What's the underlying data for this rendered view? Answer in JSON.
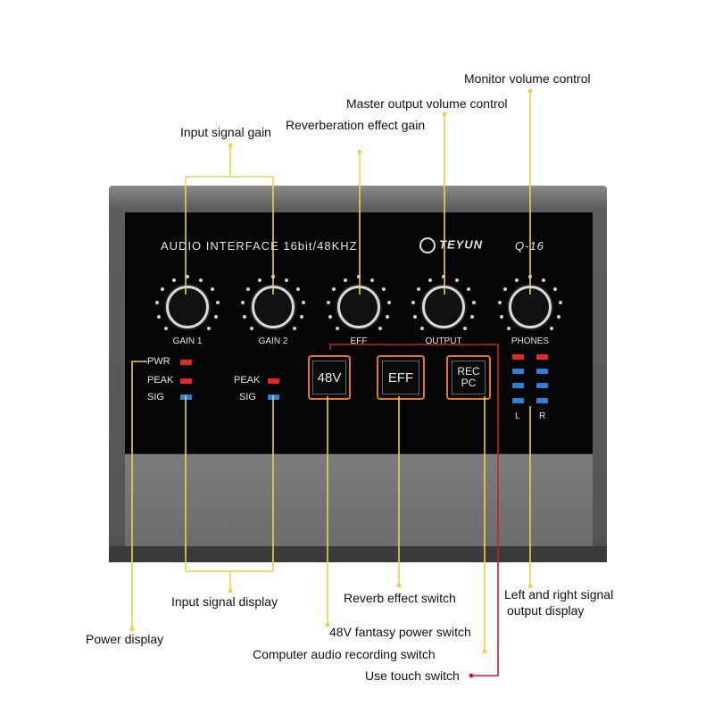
{
  "device": {
    "title": "AUDIO INTERFACE  16bit/48KHZ",
    "brand": "TEYUN",
    "model": "Q-16",
    "knobs": [
      {
        "label": "GAIN 1"
      },
      {
        "label": "GAIN 2"
      },
      {
        "label": "EFF"
      },
      {
        "label": "OUTPUT"
      },
      {
        "label": "PHONES"
      }
    ],
    "leds_left": [
      "PWR",
      "PEAK",
      "SIG"
    ],
    "leds_mid": [
      "PEAK",
      "SIG"
    ],
    "switches": [
      {
        "label": "48V"
      },
      {
        "label": "EFF"
      },
      {
        "label_line1": "REC",
        "label_line2": "PC"
      }
    ],
    "meter_left": "L",
    "meter_right": "R"
  },
  "callouts": {
    "monitor_volume": "Monitor volume control",
    "master_output": "Master output volume control",
    "input_gain": "Input signal gain",
    "reverb_gain": "Reverberation effect gain",
    "input_display": "Input signal display",
    "reverb_switch": "Reverb effect switch",
    "lr_display_1": "Left and right signal",
    "lr_display_2": "output display",
    "power_display": "Power display",
    "phantom_switch": "48V fantasy power switch",
    "pc_record_switch": "Computer audio recording switch",
    "touch_switch": "Use touch switch"
  },
  "colors": {
    "callout_line": "#e8d44a",
    "touch_line": "#c8202a",
    "led_red": "#e3282a",
    "led_blue": "#2f7fd6",
    "switch_border": "#e07a2a"
  }
}
